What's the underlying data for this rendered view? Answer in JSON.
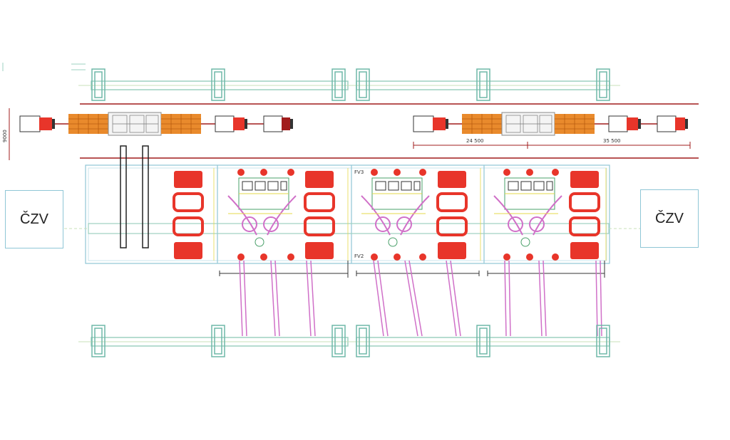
{
  "labels": {
    "czv_left": "ČZV",
    "czv_right": "ČZV",
    "dim_train_height": "9000",
    "dim_a": "24 500",
    "dim_b": "35 500",
    "fv_top": "FV3",
    "fv_bottom": "FV2"
  },
  "colors": {
    "outline": "#8fc6d6",
    "beam": "#9ed0c0",
    "red": "#e8352a",
    "orange": "#e98a2c",
    "magenta": "#d070c8",
    "yellow": "#e6d84a",
    "darkred": "#a11c1c",
    "green": "#4aa06a"
  },
  "icons": [
    "truck-icon",
    "transformer-icon",
    "machine-icon",
    "bus-icon"
  ]
}
